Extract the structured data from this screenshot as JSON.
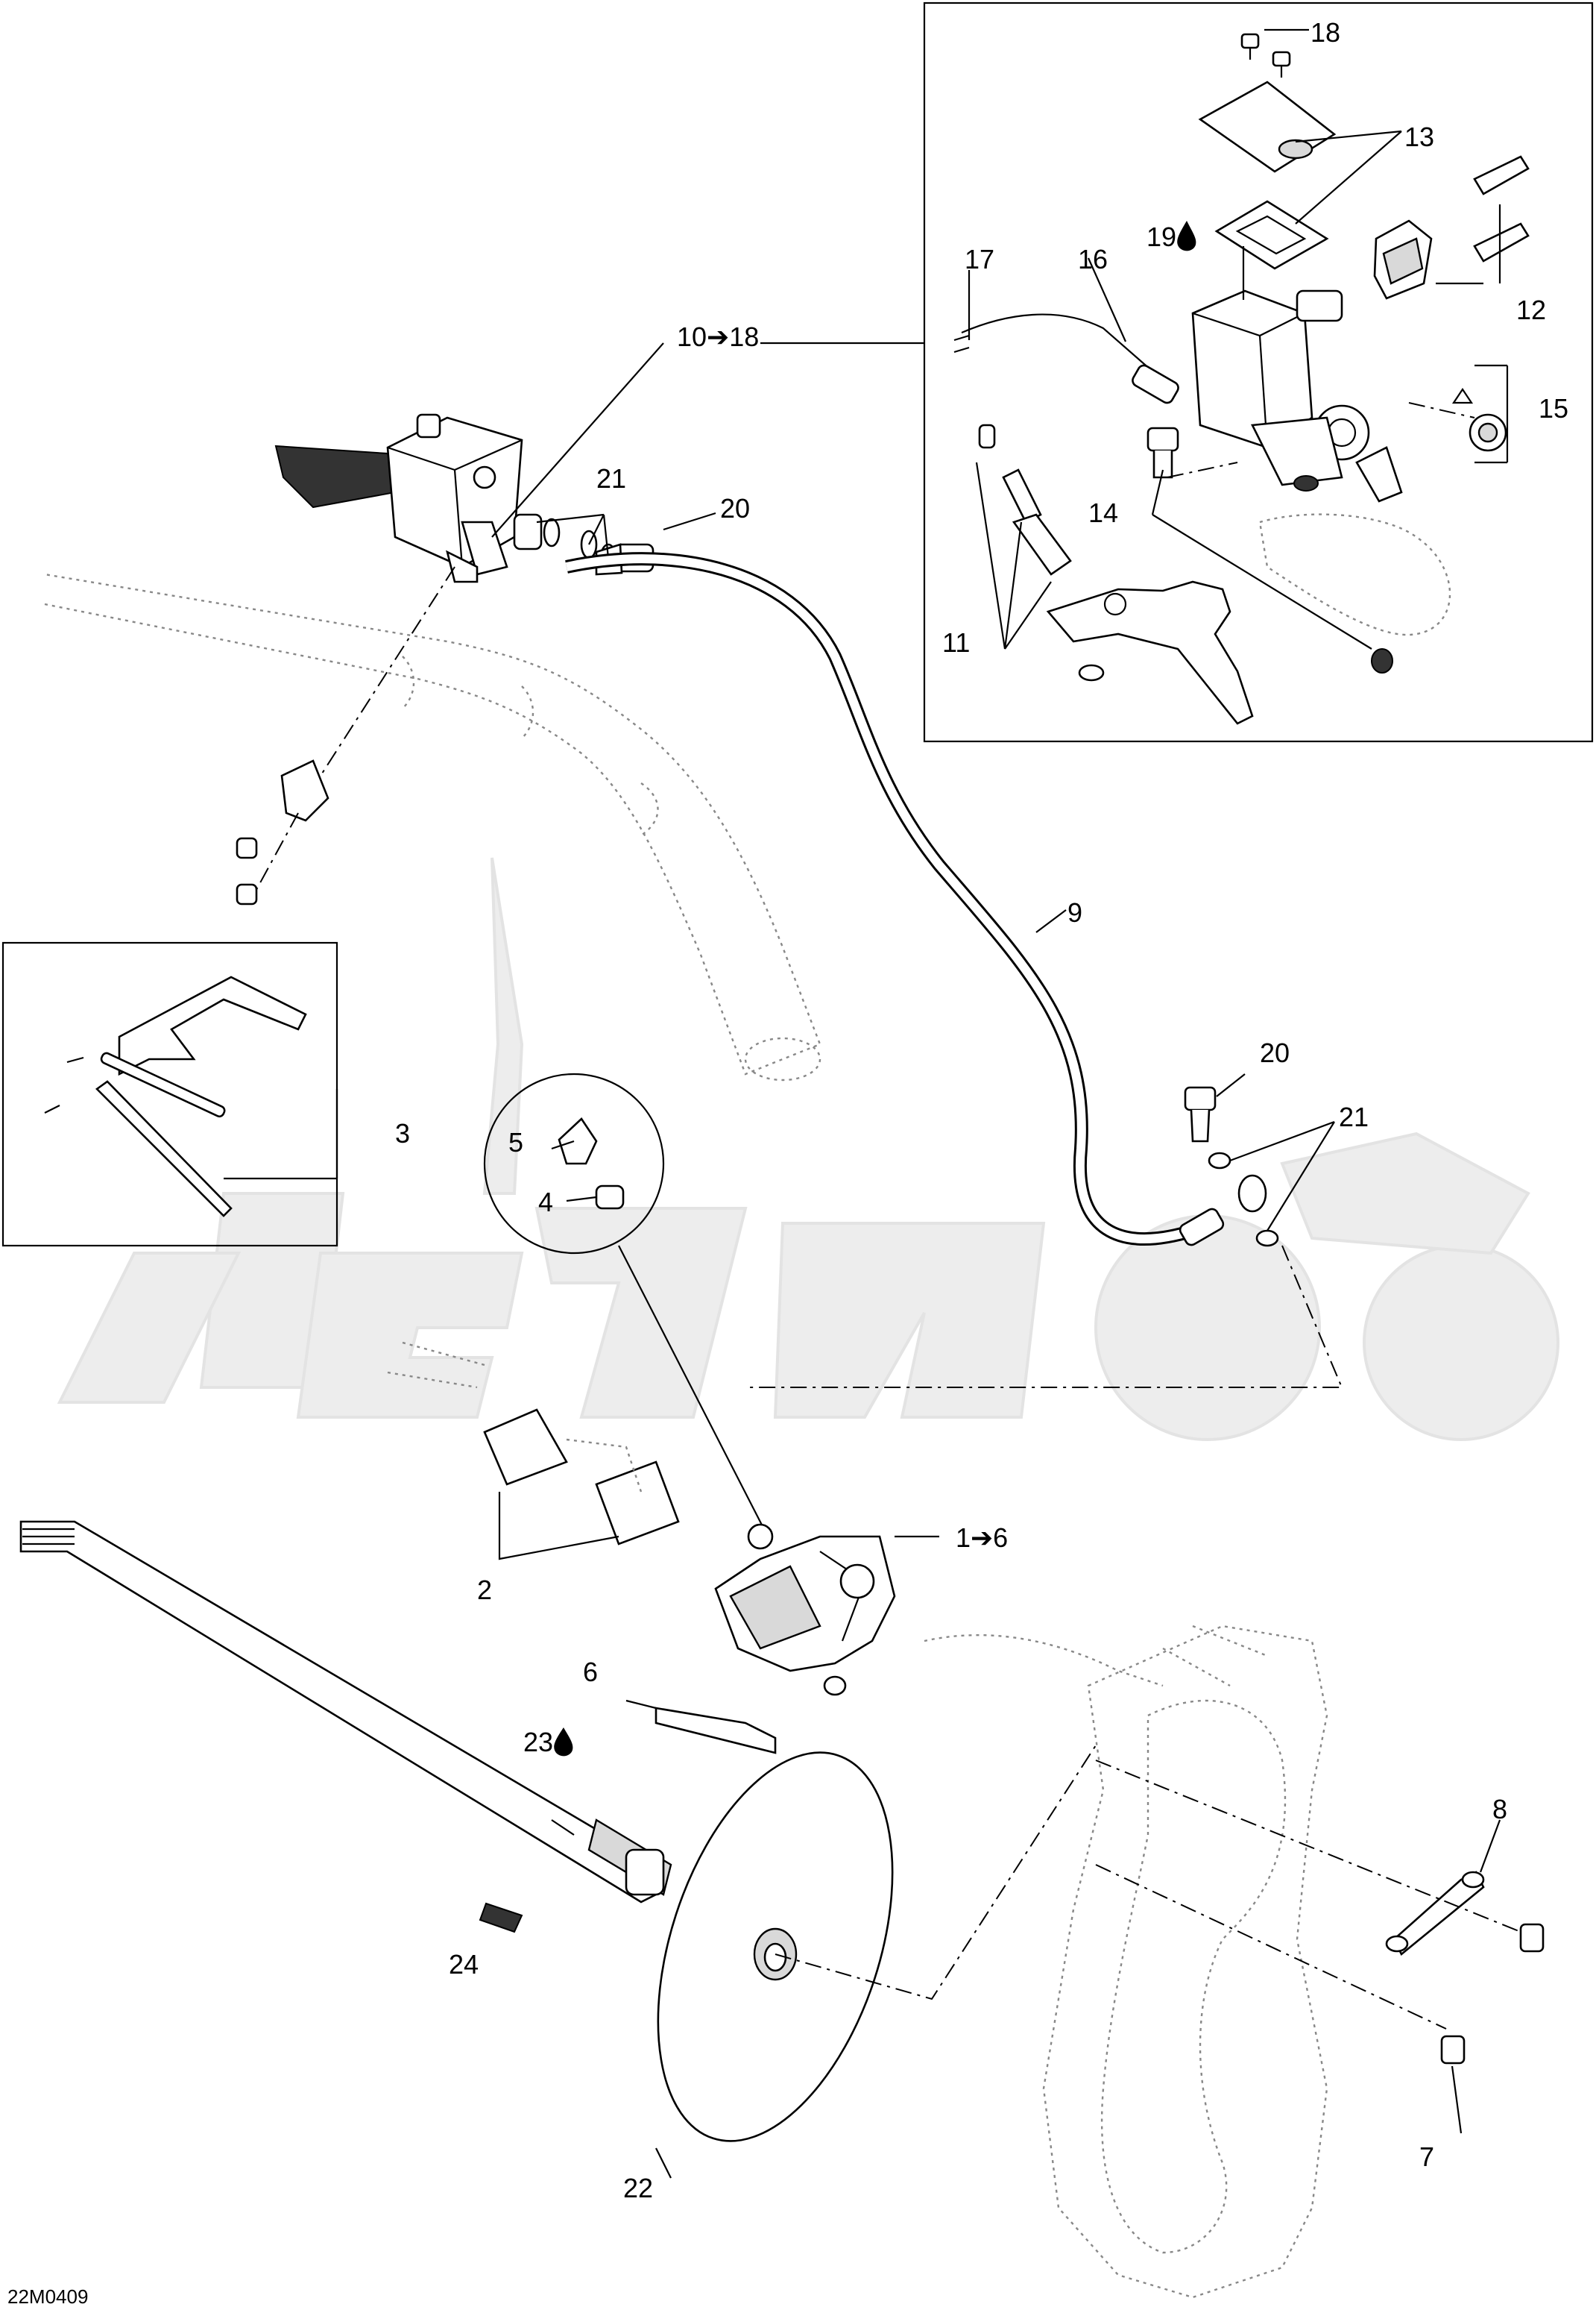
{
  "diagram_code": "22M0409",
  "callouts": {
    "c1_6": "1➔6",
    "c2": "2",
    "c3": "3",
    "c4": "4",
    "c5": "5",
    "c6": "6",
    "c7": "7",
    "c8": "8",
    "c9": "9",
    "c10_18": "10➔18",
    "c11": "11",
    "c12": "12",
    "c13": "13",
    "c14": "14",
    "c15": "15",
    "c16": "16",
    "c17": "17",
    "c18": "18",
    "c19": "19",
    "c20_top": "20",
    "c20_right": "20",
    "c21_top": "21",
    "c21_right": "21",
    "c22": "22",
    "c23": "23",
    "c24": "24"
  },
  "icons": {
    "lubricant_drop": "drop-icon",
    "arrow": "arrow-right"
  }
}
